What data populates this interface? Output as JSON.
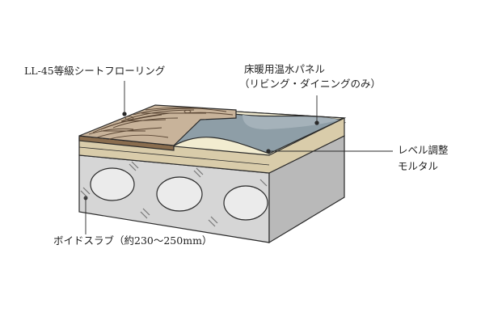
{
  "labels": {
    "flooring": "LL-45等級シートフローリング",
    "heating_line1": "床暖用温水パネル",
    "heating_line2": "（リビング・ダイニングのみ）",
    "mortar_line1": "レベル調整",
    "mortar_line2": "モルタル",
    "slab": "ボイドスラブ（約230〜250mm）"
  },
  "colors": {
    "wood_light": "#c8b39a",
    "wood_grain": "#5a4634",
    "heating_panel": "#8e9ea7",
    "mortar": "#f2ecd0",
    "slab_front": "#d6d6d6",
    "slab_side": "#b9b9b9",
    "void_fill": "#ebebeb",
    "outline": "#2a2a2a"
  }
}
